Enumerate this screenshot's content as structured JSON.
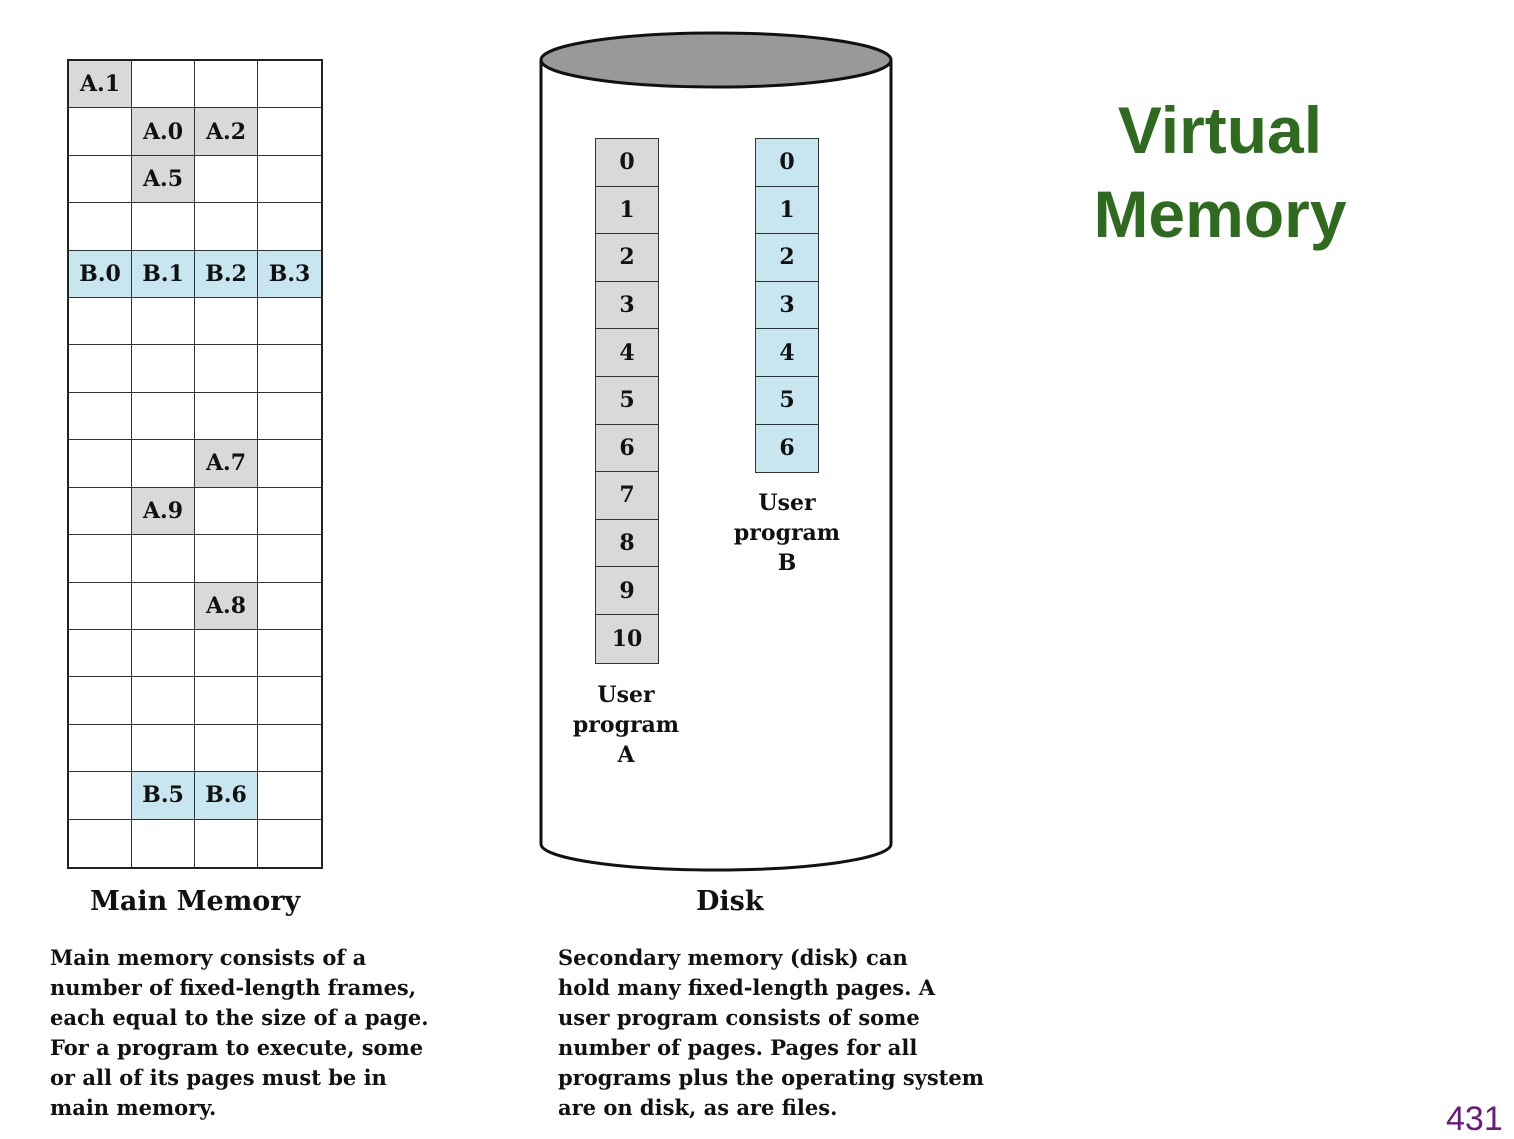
{
  "title": {
    "line1": "Virtual",
    "line2": "Memory",
    "color": "#2e6b1f"
  },
  "page_number": "431",
  "colors": {
    "program_a_fill": "#d9d9d9",
    "program_b_fill": "#c7e6ef",
    "disk_top": "#999999"
  },
  "main_memory": {
    "columns": 4,
    "rows": [
      [
        "A.1",
        "",
        "",
        ""
      ],
      [
        "",
        "A.0",
        "A.2",
        ""
      ],
      [
        "",
        "A.5",
        "",
        ""
      ],
      [
        "",
        "",
        "",
        ""
      ],
      [
        "B.0",
        "B.1",
        "B.2",
        "B.3"
      ],
      [
        "",
        "",
        "",
        ""
      ],
      [
        "",
        "",
        "",
        ""
      ],
      [
        "",
        "",
        "",
        ""
      ],
      [
        "",
        "",
        "A.7",
        ""
      ],
      [
        "",
        "A.9",
        "",
        ""
      ],
      [
        "",
        "",
        "",
        ""
      ],
      [
        "",
        "",
        "A.8",
        ""
      ],
      [
        "",
        "",
        "",
        ""
      ],
      [
        "",
        "",
        "",
        ""
      ],
      [
        "",
        "",
        "",
        ""
      ],
      [
        "",
        "B.5",
        "B.6",
        ""
      ],
      [
        "",
        "",
        "",
        ""
      ]
    ],
    "label": "Main Memory",
    "description": "Main memory consists of a\nnumber of fixed-length frames,\neach equal to the size of a page.\nFor a program to execute, some\nor all of its pages must be in\nmain memory."
  },
  "disk": {
    "label": "Disk",
    "program_a": {
      "pages": [
        "0",
        "1",
        "2",
        "3",
        "4",
        "5",
        "6",
        "7",
        "8",
        "9",
        "10"
      ],
      "label_lines": [
        "User",
        "program",
        "A"
      ]
    },
    "program_b": {
      "pages": [
        "0",
        "1",
        "2",
        "3",
        "4",
        "5",
        "6"
      ],
      "label_lines": [
        "User",
        "program",
        "B"
      ]
    },
    "description": "Secondary memory (disk) can\nhold many fixed-length pages. A\nuser program consists of some\nnumber of pages. Pages for all\nprograms plus the operating system\nare on disk, as are files."
  }
}
